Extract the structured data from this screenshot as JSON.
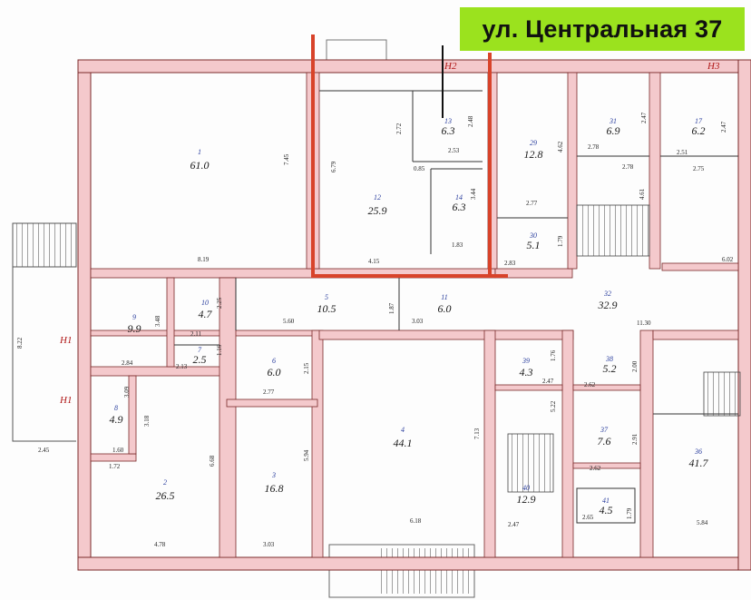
{
  "address_label": "ул. Центральная 37",
  "axis_marks": {
    "h1_upper": "H1",
    "h1_lower": "H1",
    "h2": "H2",
    "h3": "H3"
  },
  "colors": {
    "wall_fill": "#f4c9cc",
    "wall_stroke": "#7a2a2a",
    "highlight": "#d8432a",
    "banner": "#9be21e",
    "line": "#333333"
  },
  "rooms": [
    {
      "id": "r1",
      "num": "1",
      "area": "61.0"
    },
    {
      "id": "r12",
      "num": "12",
      "area": "25.9"
    },
    {
      "id": "r13",
      "num": "13",
      "area": "6.3"
    },
    {
      "id": "r14",
      "num": "14",
      "area": "6.3"
    },
    {
      "id": "r29",
      "num": "29",
      "area": "12.8"
    },
    {
      "id": "r30",
      "num": "30",
      "area": "5.1"
    },
    {
      "id": "r31",
      "num": "31",
      "area": "6.9"
    },
    {
      "id": "r17",
      "num": "17",
      "area": "6.2"
    },
    {
      "id": "r32",
      "num": "32",
      "area": "32.9"
    },
    {
      "id": "r9",
      "num": "9",
      "area": "9.9"
    },
    {
      "id": "r10",
      "num": "10",
      "area": "4.7"
    },
    {
      "id": "r5",
      "num": "5",
      "area": "10.5"
    },
    {
      "id": "r11",
      "num": "11",
      "area": "6.0"
    },
    {
      "id": "r7",
      "num": "7",
      "area": "2.5"
    },
    {
      "id": "r6",
      "num": "6",
      "area": "6.0"
    },
    {
      "id": "r8",
      "num": "8",
      "area": "4.9"
    },
    {
      "id": "r4",
      "num": "4",
      "area": "44.1"
    },
    {
      "id": "r39",
      "num": "39",
      "area": "4.3"
    },
    {
      "id": "r38",
      "num": "38",
      "area": "5.2"
    },
    {
      "id": "r2",
      "num": "2",
      "area": "26.5"
    },
    {
      "id": "r3",
      "num": "3",
      "area": "16.8"
    },
    {
      "id": "r37",
      "num": "37",
      "area": "7.6"
    },
    {
      "id": "r36",
      "num": "36",
      "area": "41.7"
    },
    {
      "id": "r40",
      "num": "40",
      "area": "12.9"
    },
    {
      "id": "r41",
      "num": "41",
      "area": "4.5"
    }
  ],
  "dimensions": [
    "7.45",
    "8.19",
    "6.79",
    "2.72",
    "4.15",
    "0.85",
    "2.48",
    "2.53",
    "3.44",
    "1.83",
    "4.62",
    "2.77",
    "2.83",
    "1.79",
    "2.47",
    "2.78",
    "2.78",
    "4.61",
    "2.47",
    "2.51",
    "2.75",
    "6.02",
    "11.30",
    "3.48",
    "2.84",
    "2.25",
    "2.11",
    "1.16",
    "2.13",
    "5.60",
    "1.87",
    "3.03",
    "2.15",
    "2.77",
    "7.13",
    "6.18",
    "1.76",
    "2.47",
    "2.00",
    "2.62",
    "5.22",
    "2.91",
    "2.62",
    "3.09",
    "3.18",
    "1.60",
    "1.72",
    "6.68",
    "4.78",
    "5.94",
    "3.03",
    "2.47",
    "2.65",
    "1.79",
    "5.84",
    "8.22",
    "2.45"
  ]
}
